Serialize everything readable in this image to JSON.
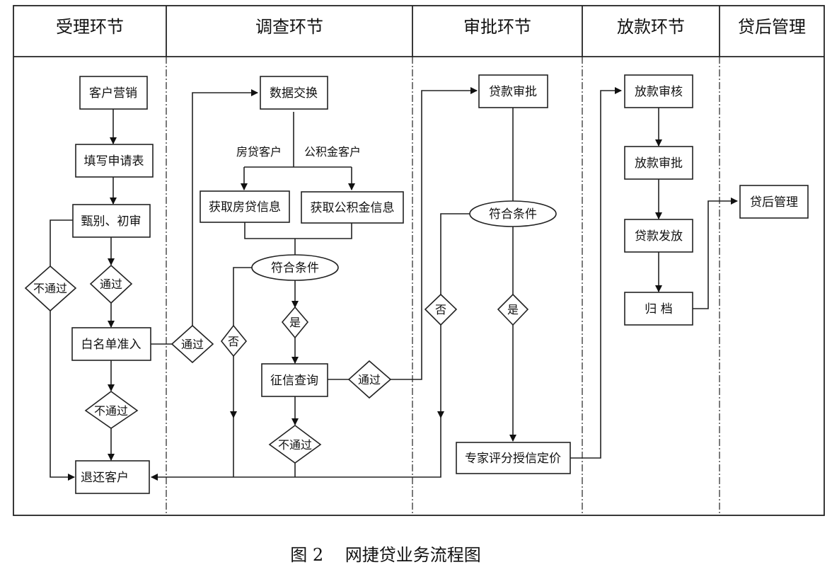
{
  "lanes": [
    {
      "id": "acceptance",
      "title": "受理环节"
    },
    {
      "id": "investigation",
      "title": "调查环节"
    },
    {
      "id": "approval",
      "title": "审批环节"
    },
    {
      "id": "disbursement",
      "title": "放款环节"
    },
    {
      "id": "post_loan",
      "title": "贷后管理"
    }
  ],
  "nodes": {
    "customer_marketing": "客户营销",
    "fill_application": "填写申请表",
    "screening": "甄别、初审",
    "whitelist": "白名单准入",
    "return_customer": "退还客户",
    "data_exchange": "数据交换",
    "get_mortgage_info": "获取房贷信息",
    "get_fund_info": "获取公积金信息",
    "credit_query": "征信查询",
    "loan_approval": "贷款审批",
    "expert_pricing": "专家评分授信定价",
    "disburse_review": "放款审核",
    "disburse_approve": "放款审批",
    "loan_release": "贷款发放",
    "archive": "归 档",
    "post_loan_mgmt": "贷后管理"
  },
  "conditions": {
    "investigation_condition": "符合条件",
    "approval_condition": "符合条件"
  },
  "decisions": {
    "screen_fail": "不通过",
    "screen_pass": "通过",
    "whitelist_fail": "不通过",
    "whitelist_pass": "通过",
    "investigation_no": "否",
    "investigation_yes": "是",
    "credit_pass": "通过",
    "credit_fail": "不通过",
    "approval_no": "否",
    "approval_yes": "是"
  },
  "branch_labels": {
    "mortgage_customer": "房贷客户",
    "fund_customer": "公积金客户"
  },
  "caption": "图 2    网捷贷业务流程图"
}
